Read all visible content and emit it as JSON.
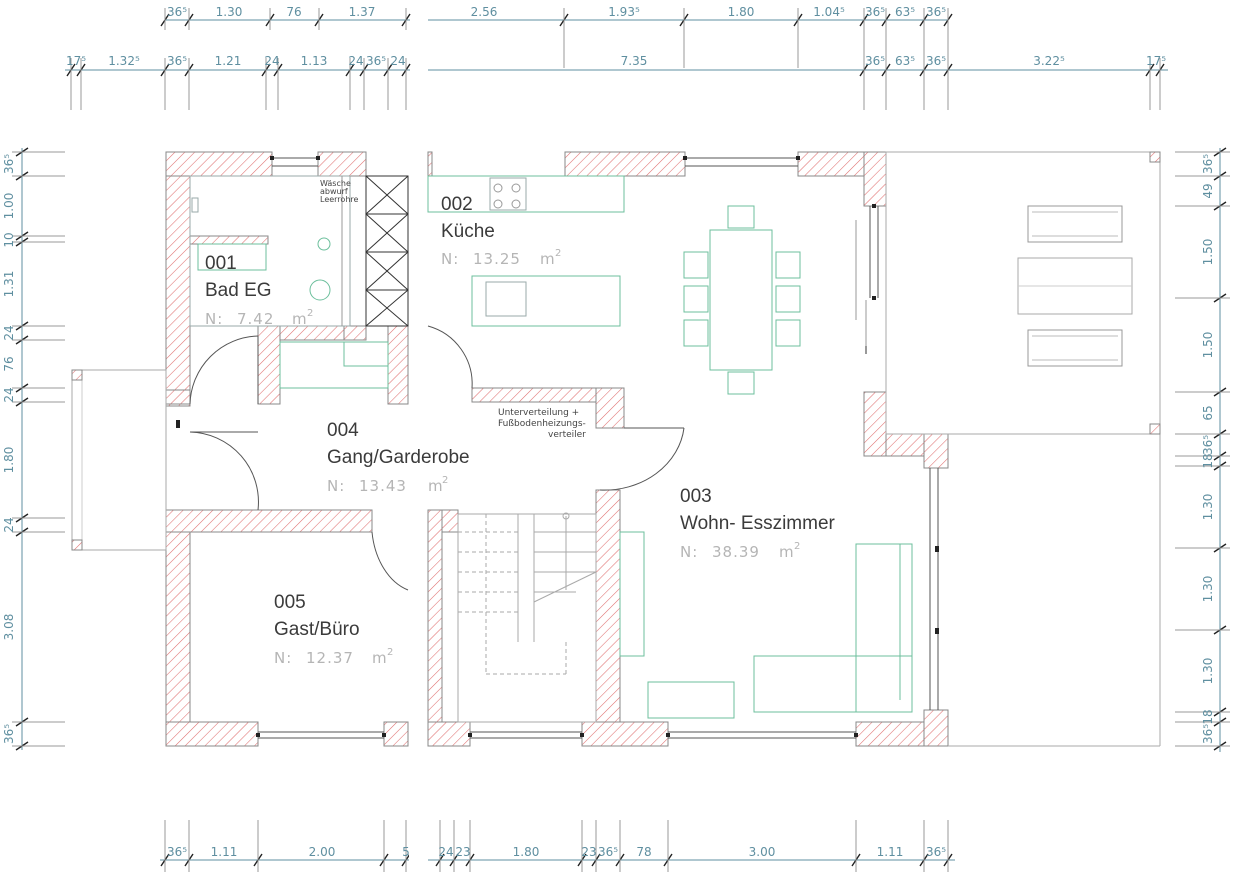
{
  "rooms": [
    {
      "num": "001",
      "name": "Bad EG",
      "area_value": "7.42",
      "area_prefix": "N:",
      "area_unit": "m",
      "area_exp": "2"
    },
    {
      "num": "002",
      "name": "Küche",
      "area_value": "13.25",
      "area_prefix": "N:",
      "area_unit": "m",
      "area_exp": "2"
    },
    {
      "num": "003",
      "name": "Wohn- Esszimmer",
      "area_value": "38.39",
      "area_prefix": "N:",
      "area_unit": "m",
      "area_exp": "2"
    },
    {
      "num": "004",
      "name": "Gang/Garderobe",
      "area_value": "13.43",
      "area_prefix": "N:",
      "area_unit": "m",
      "area_exp": "2"
    },
    {
      "num": "005",
      "name": "Gast/Büro",
      "area_value": "12.37",
      "area_prefix": "N:",
      "area_unit": "m",
      "area_exp": "2"
    }
  ],
  "notes": {
    "waesche": [
      "Wäsche",
      "abwurf",
      "Leerrohre"
    ],
    "verteilung": [
      "Unterverteilung +",
      "Fußbodenheizungs-",
      "verteiler"
    ]
  },
  "dims": {
    "top1": [
      "36⁵",
      "1.30",
      "76",
      "1.37",
      "2.56",
      "1.93⁵",
      "1.80",
      "1.04⁵",
      "36⁵",
      "63⁵",
      "36⁵"
    ],
    "top2": [
      "17⁵",
      "1.32⁵",
      "36⁵",
      "1.21",
      "24",
      "1.13",
      "24",
      "36⁵",
      "24",
      "7.35",
      "36⁵",
      "63⁵",
      "36⁵",
      "3.22⁵",
      "17⁵"
    ],
    "left": [
      "36⁵",
      "1.00",
      "10",
      "1.31",
      "24",
      "76",
      "24",
      "1.80",
      "24",
      "3.08",
      "36⁵"
    ],
    "right": [
      "36⁵",
      "49",
      "1.50",
      "1.50",
      "65",
      "36⁵",
      "18",
      "1.30",
      "1.30",
      "1.30",
      "18",
      "36⁵"
    ],
    "bottom": [
      "36⁵",
      "1.11",
      "2.00",
      "5",
      "24",
      "23",
      "1.80",
      "23",
      "36⁵",
      "78",
      "3.00",
      "1.11",
      "36⁵"
    ]
  }
}
